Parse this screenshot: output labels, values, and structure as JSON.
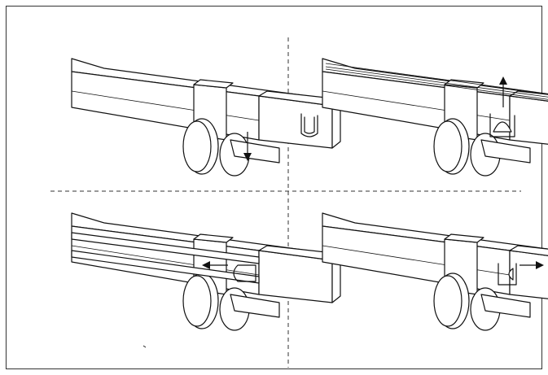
{
  "figure": {
    "panels": [
      {
        "id": "top-left",
        "arrow_direction": "down"
      },
      {
        "id": "top-right",
        "arrow_direction": "up"
      },
      {
        "id": "bottom-left",
        "arrow_direction": "left"
      },
      {
        "id": "bottom-right",
        "arrow_direction": "right"
      }
    ],
    "colors": {
      "stroke": "#111111",
      "background": "#ffffff",
      "frame": "#333333"
    }
  }
}
